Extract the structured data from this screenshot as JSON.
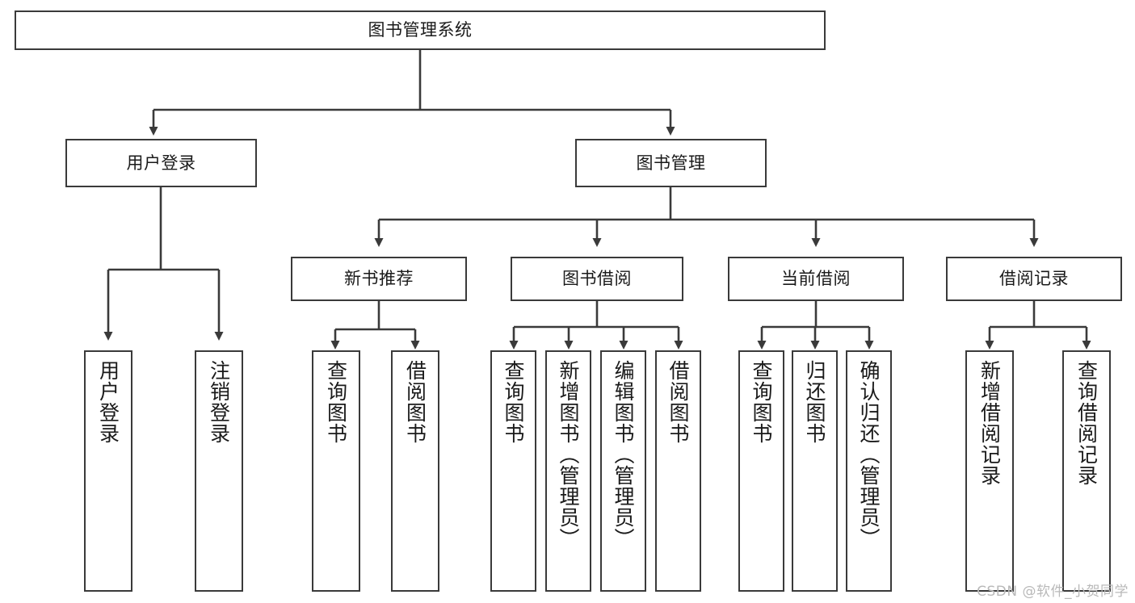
{
  "diagram": {
    "title_node": {
      "label": "图书管理系统"
    },
    "level2": [
      {
        "id": "user-login",
        "label": "用户登录"
      },
      {
        "id": "book-management",
        "label": "图书管理"
      }
    ],
    "level3": [
      {
        "id": "new-book-recommend",
        "label": "新书推荐"
      },
      {
        "id": "book-borrow",
        "label": "图书借阅"
      },
      {
        "id": "current-borrow",
        "label": "当前借阅"
      },
      {
        "id": "borrow-record",
        "label": "借阅记录"
      }
    ],
    "leaves": [
      {
        "id": "leaf-user-login",
        "label": "用户登录"
      },
      {
        "id": "leaf-logout-login",
        "label": "注销登录"
      },
      {
        "id": "leaf-query-book-1",
        "label": "查询图书"
      },
      {
        "id": "leaf-borrow-book-1",
        "label": "借阅图书"
      },
      {
        "id": "leaf-query-book-2",
        "label": "查询图书"
      },
      {
        "id": "leaf-add-book",
        "label": "新增图书（管理员）"
      },
      {
        "id": "leaf-edit-book",
        "label": "编辑图书（管理员）"
      },
      {
        "id": "leaf-borrow-book-2",
        "label": "借阅图书"
      },
      {
        "id": "leaf-query-book-3",
        "label": "查询图书"
      },
      {
        "id": "leaf-return-book",
        "label": "归还图书"
      },
      {
        "id": "leaf-confirm-return",
        "label": "确认归还（管理员）"
      },
      {
        "id": "leaf-add-borrow-record",
        "label": "新增借阅记录"
      },
      {
        "id": "leaf-query-borrow-record",
        "label": "查询借阅记录"
      }
    ]
  },
  "watermark": {
    "text": "CSDN @软件_小贺同学"
  },
  "colors": {
    "stroke": "#3a3a3a",
    "background": "#ffffff",
    "text": "#1a1a1a",
    "watermark": "#b9b9b9"
  }
}
